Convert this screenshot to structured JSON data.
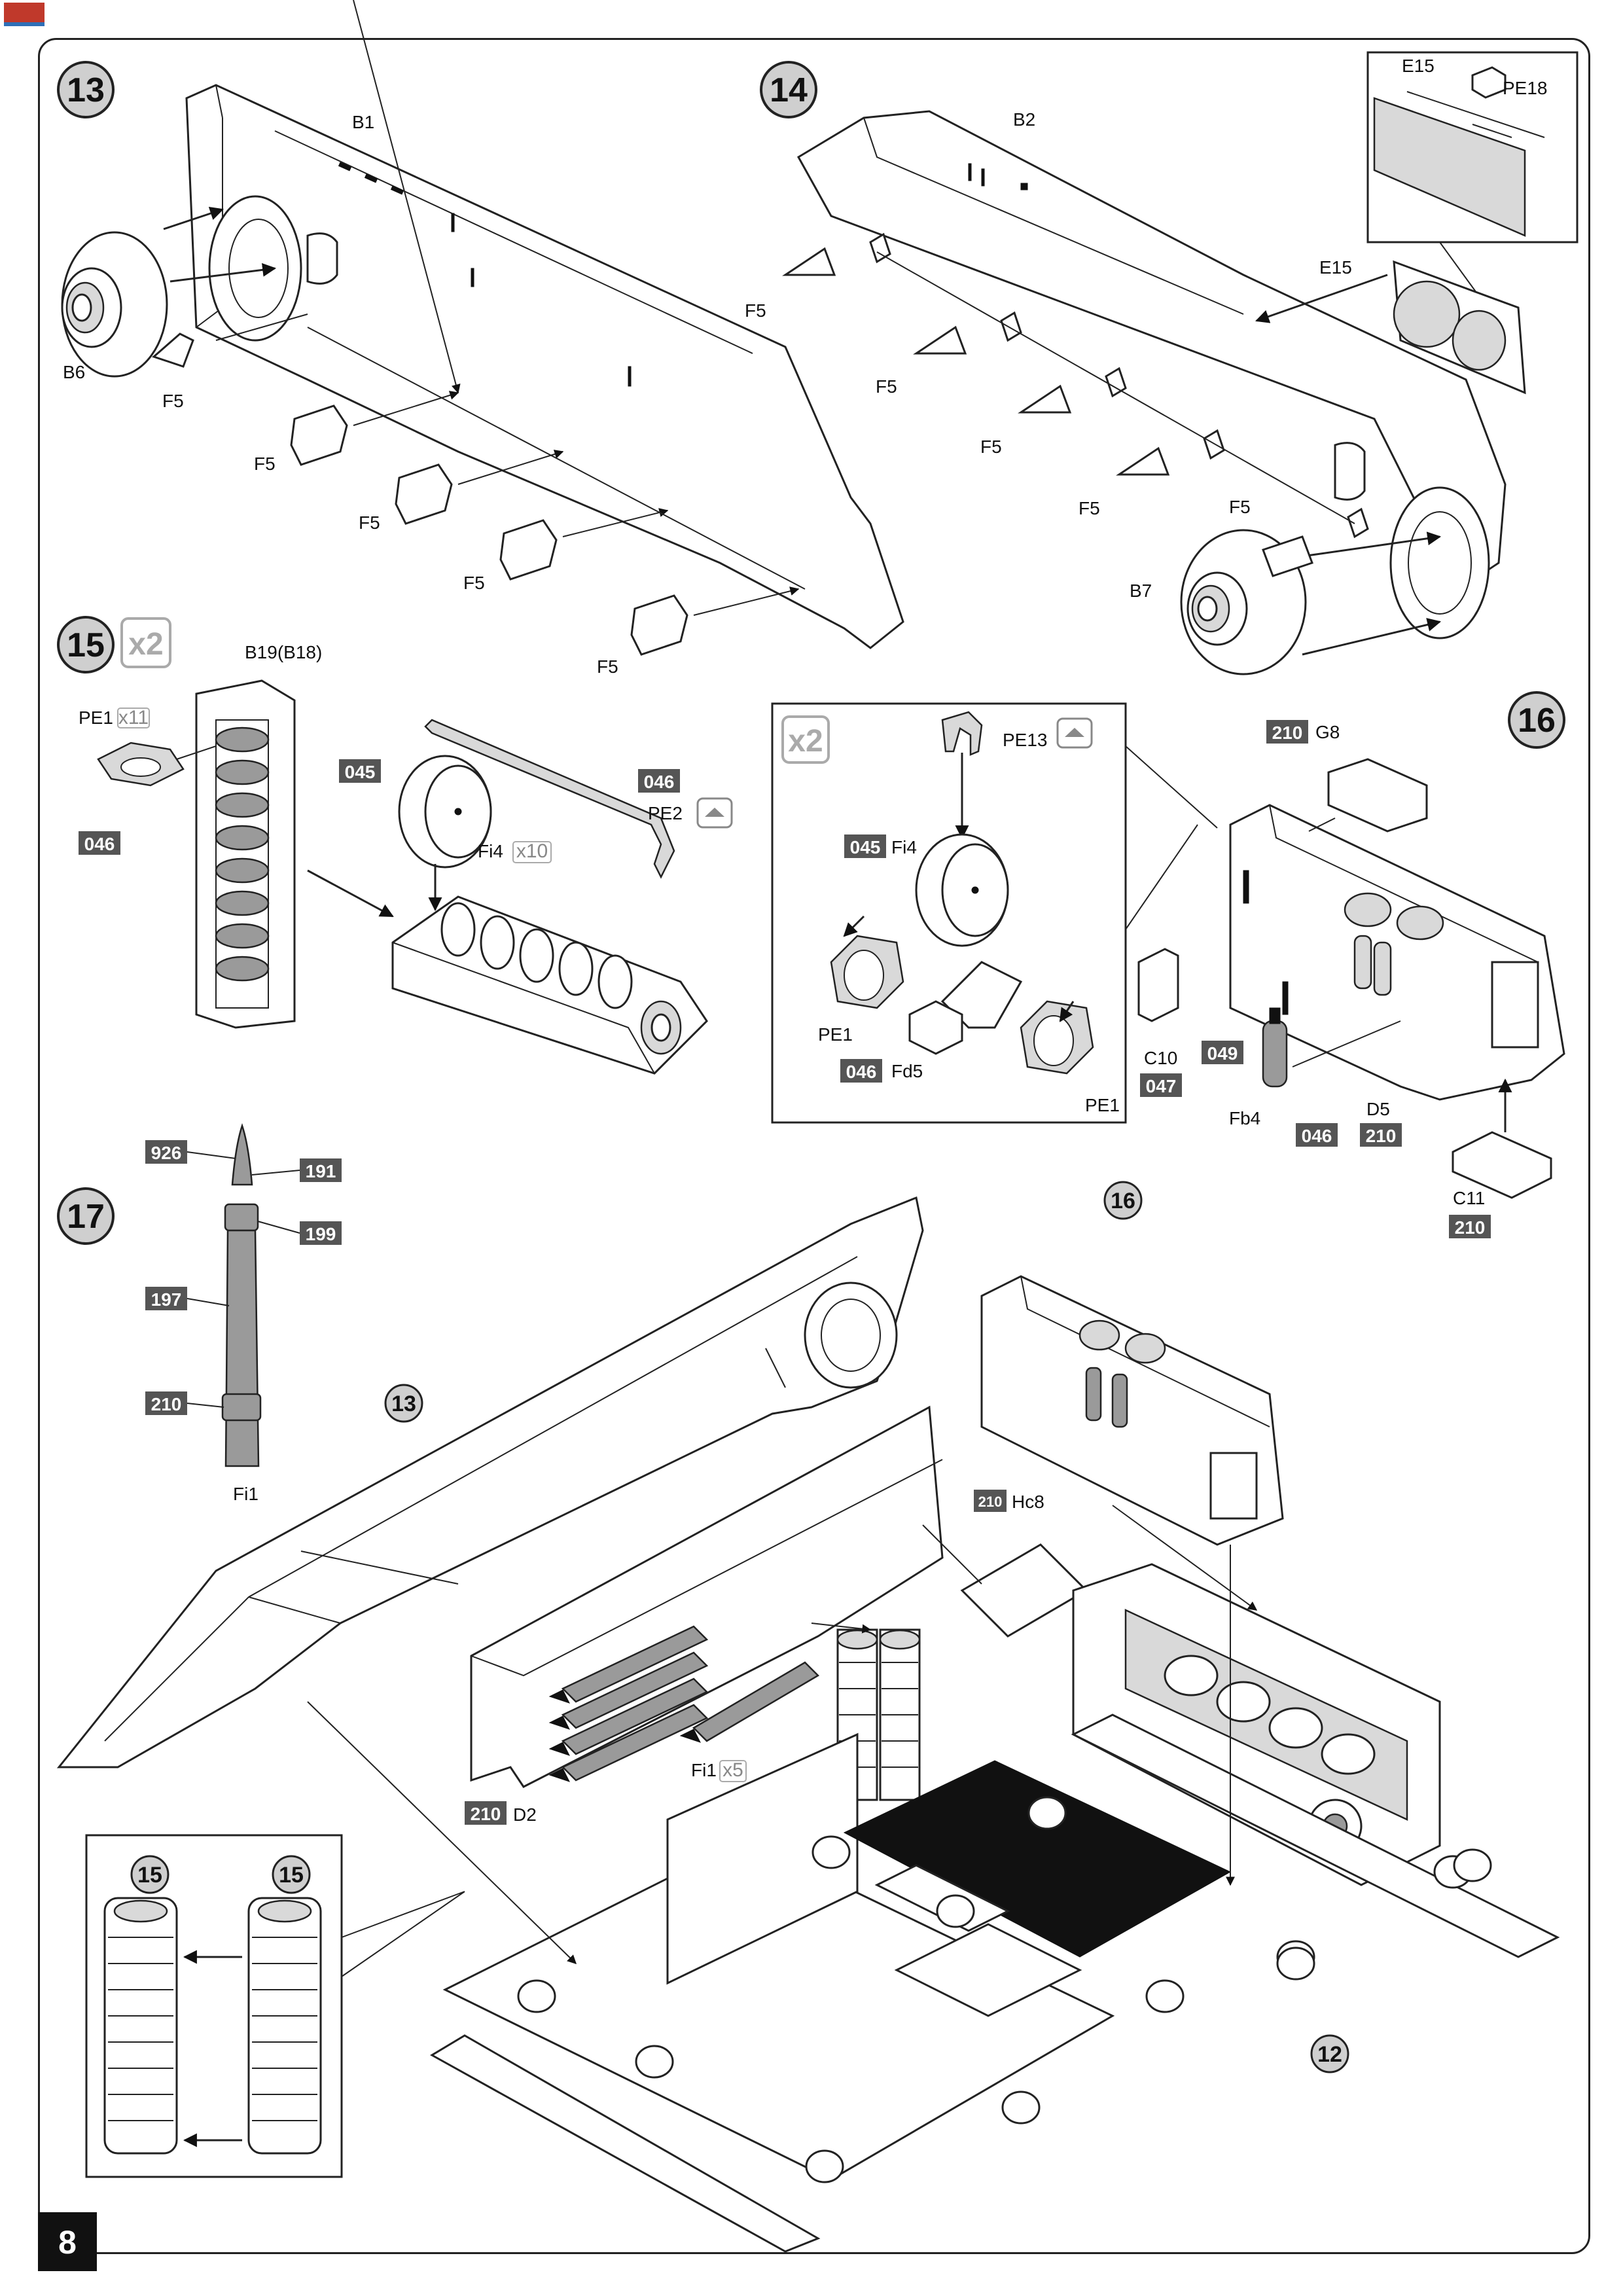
{
  "page": {
    "number": "8"
  },
  "steps": {
    "s13": {
      "number": "13",
      "labels": {
        "b1": "B1",
        "b6": "B6",
        "f5": "F5"
      }
    },
    "s14": {
      "number": "14",
      "labels": {
        "b2": "B2",
        "b7": "B7",
        "f5": "F5",
        "e15": "E15",
        "pe18": "PE18"
      }
    },
    "s15": {
      "number": "15",
      "multiplier": "x2",
      "labels": {
        "b19": "B19(B18)",
        "pe1": "PE1",
        "pe1_qty": "x11",
        "fi4": "Fi4",
        "fi4_qty": "x10",
        "pe2": "PE2"
      },
      "paints": {
        "c046a": "046",
        "c045": "045",
        "c046b": "046"
      }
    },
    "s15_detail": {
      "multiplier": "x2",
      "labels": {
        "pe13": "PE13",
        "fi4": "Fi4",
        "pe1a": "PE1",
        "pe1b": "PE1",
        "fd5": "Fd5"
      },
      "paints": {
        "c045": "045",
        "c046": "046"
      }
    },
    "s16": {
      "number": "16",
      "labels": {
        "g8": "G8",
        "c10": "C10",
        "d5": "D5",
        "fb4": "Fb4",
        "c11": "C11"
      },
      "paints": {
        "c210_g8": "210",
        "c047": "047",
        "c049": "049",
        "c046": "046",
        "c210_d5": "210",
        "c210_c11": "210"
      }
    },
    "s17": {
      "number": "17",
      "labels": {
        "fi1": "Fi1",
        "fi1b": "Fi1",
        "fi1_qty": "x5",
        "hc8": "Hc8",
        "d2": "D2"
      },
      "refs": {
        "r13": "13",
        "r16": "16",
        "r12": "12",
        "r15a": "15",
        "r15b": "15"
      },
      "paints": {
        "c926": "926",
        "c191": "191",
        "c199": "199",
        "c197": "197",
        "c210": "210",
        "c210_hc8": "210",
        "c210_d2": "210"
      }
    }
  }
}
